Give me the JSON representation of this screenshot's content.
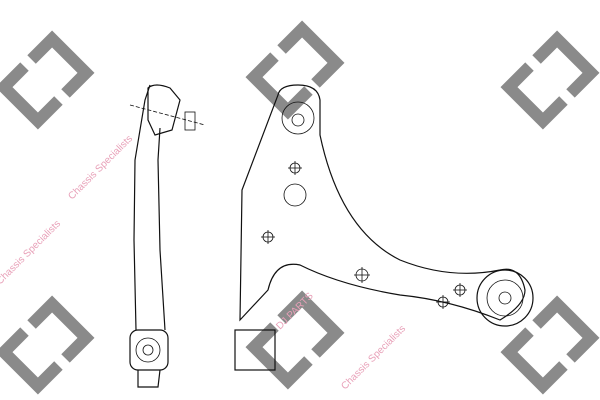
{
  "watermark": {
    "logo_text": "DJ PARTS",
    "slogan": "Chassis Specialists",
    "logo_color": "#8a8a8a",
    "slogan_color": "#e8a0b8"
  },
  "product": {
    "icon": "control-arm-drawing"
  }
}
